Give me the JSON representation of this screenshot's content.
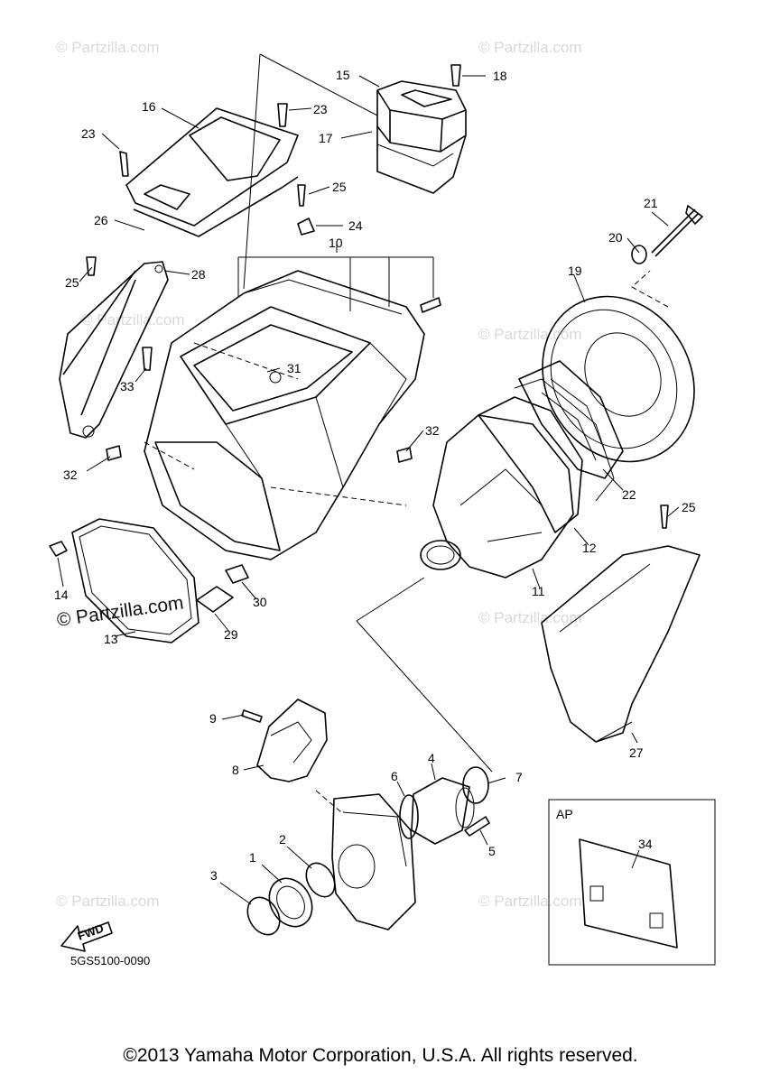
{
  "watermark": "© Partzilla.com",
  "diagram_code": "5GS5100-0090",
  "fwd_label": "FWD",
  "ap_label": "AP",
  "copyright": "©2013 Yamaha Motor Corporation, U.S.A. All rights reserved.",
  "callouts": [
    "1",
    "2",
    "3",
    "4",
    "5",
    "6",
    "7",
    "8",
    "9",
    "10",
    "11",
    "12",
    "13",
    "14",
    "15",
    "16",
    "17",
    "18",
    "19",
    "20",
    "21",
    "22",
    "23",
    "23",
    "24",
    "25",
    "25",
    "25",
    "26",
    "27",
    "28",
    "29",
    "30",
    "31",
    "32",
    "32",
    "33",
    "34"
  ]
}
